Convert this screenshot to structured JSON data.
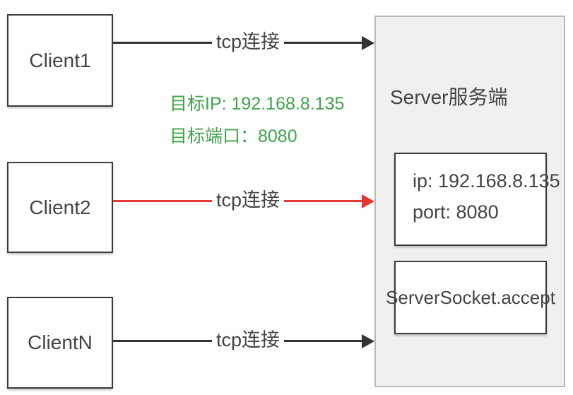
{
  "clients": {
    "client1": "Client1",
    "client2": "Client2",
    "clientN": "ClientN"
  },
  "connections": {
    "label": "tcp连接",
    "line_color": "#333333",
    "highlight_color": "#e53935"
  },
  "target_note": {
    "ip_line": "目标IP: 192.168.8.135",
    "port_line": "目标端口：8080",
    "color": "#3fa34a"
  },
  "server": {
    "title": "Server服务端",
    "ip_line": "ip: 192.168.8.135",
    "port_line": "port: 8080",
    "accept_label": "ServerSocket.accept"
  }
}
